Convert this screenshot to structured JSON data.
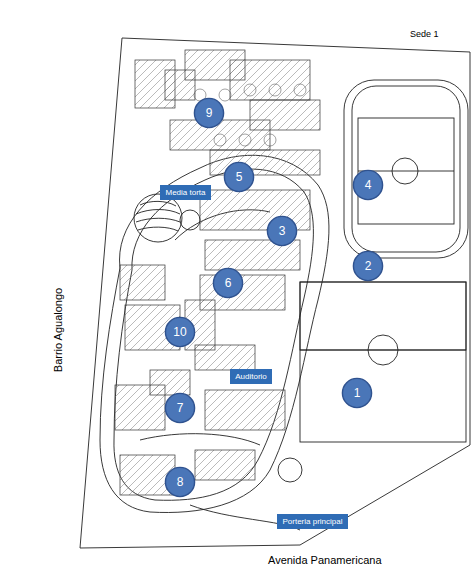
{
  "diagram": {
    "nodes": [
      {
        "text": [
          "9"
        ]
      },
      {
        "text": [
          "5"
        ]
      },
      {
        "text": [
          "Media torta"
        ]
      },
      {
        "text": [
          "4"
        ]
      },
      {
        "text": [
          "3"
        ]
      },
      {
        "text": [
          "2"
        ]
      },
      {
        "text": [
          "6"
        ]
      },
      {
        "text": [
          "10"
        ]
      },
      {
        "text": [
          "Auditorio"
        ]
      },
      {
        "text": [
          "7"
        ]
      },
      {
        "text": [
          "1"
        ]
      },
      {
        "text": [
          "8"
        ]
      },
      {
        "text": [
          "Porteria principal"
        ]
      }
    ],
    "labels": [
      "Sede 1",
      "Barrio Agualongo",
      "Avenida Panamericana"
    ]
  }
}
